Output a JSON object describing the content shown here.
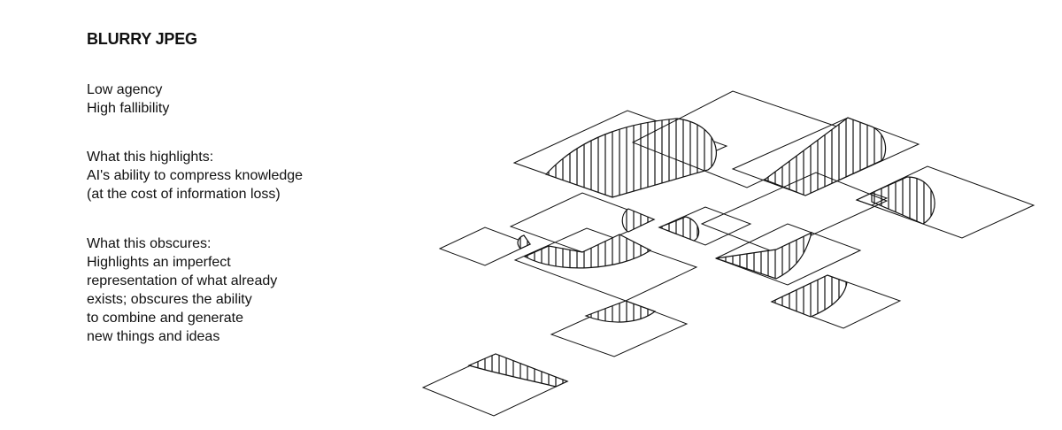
{
  "title": "BLURRY JPEG",
  "attributes": [
    "Low agency",
    "High fallibility"
  ],
  "highlights": {
    "heading": "What this highlights:",
    "lines": [
      "AI's ability to compress knowledge",
      "(at the cost of information loss)"
    ]
  },
  "obscures": {
    "heading": "What this obscures:",
    "lines": [
      "Highlights an imperfect",
      "representation of what already",
      "exists; obscures the ability",
      "to combine and generate",
      "new things and ideas"
    ]
  },
  "colors": {
    "ink": "#111111",
    "background": "#ffffff"
  }
}
